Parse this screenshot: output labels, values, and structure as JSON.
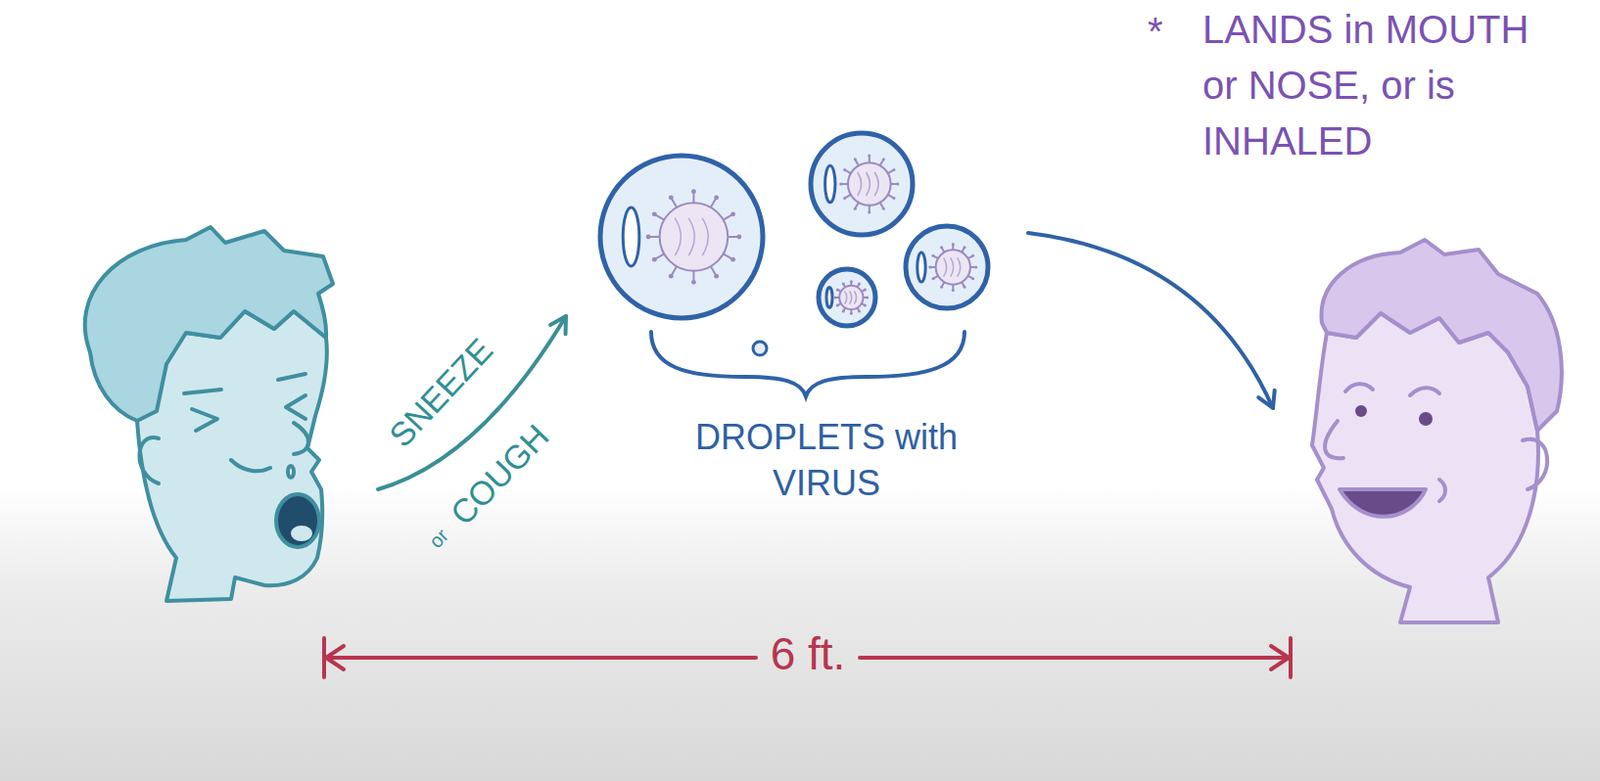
{
  "diagram": {
    "labels": [
      "SNEEZE",
      "or",
      "COUGH",
      "DROPLETS with VIRUS",
      "*",
      "LANDS in MOUTH or NOSE, or is INHALED",
      "6 ft."
    ]
  }
}
